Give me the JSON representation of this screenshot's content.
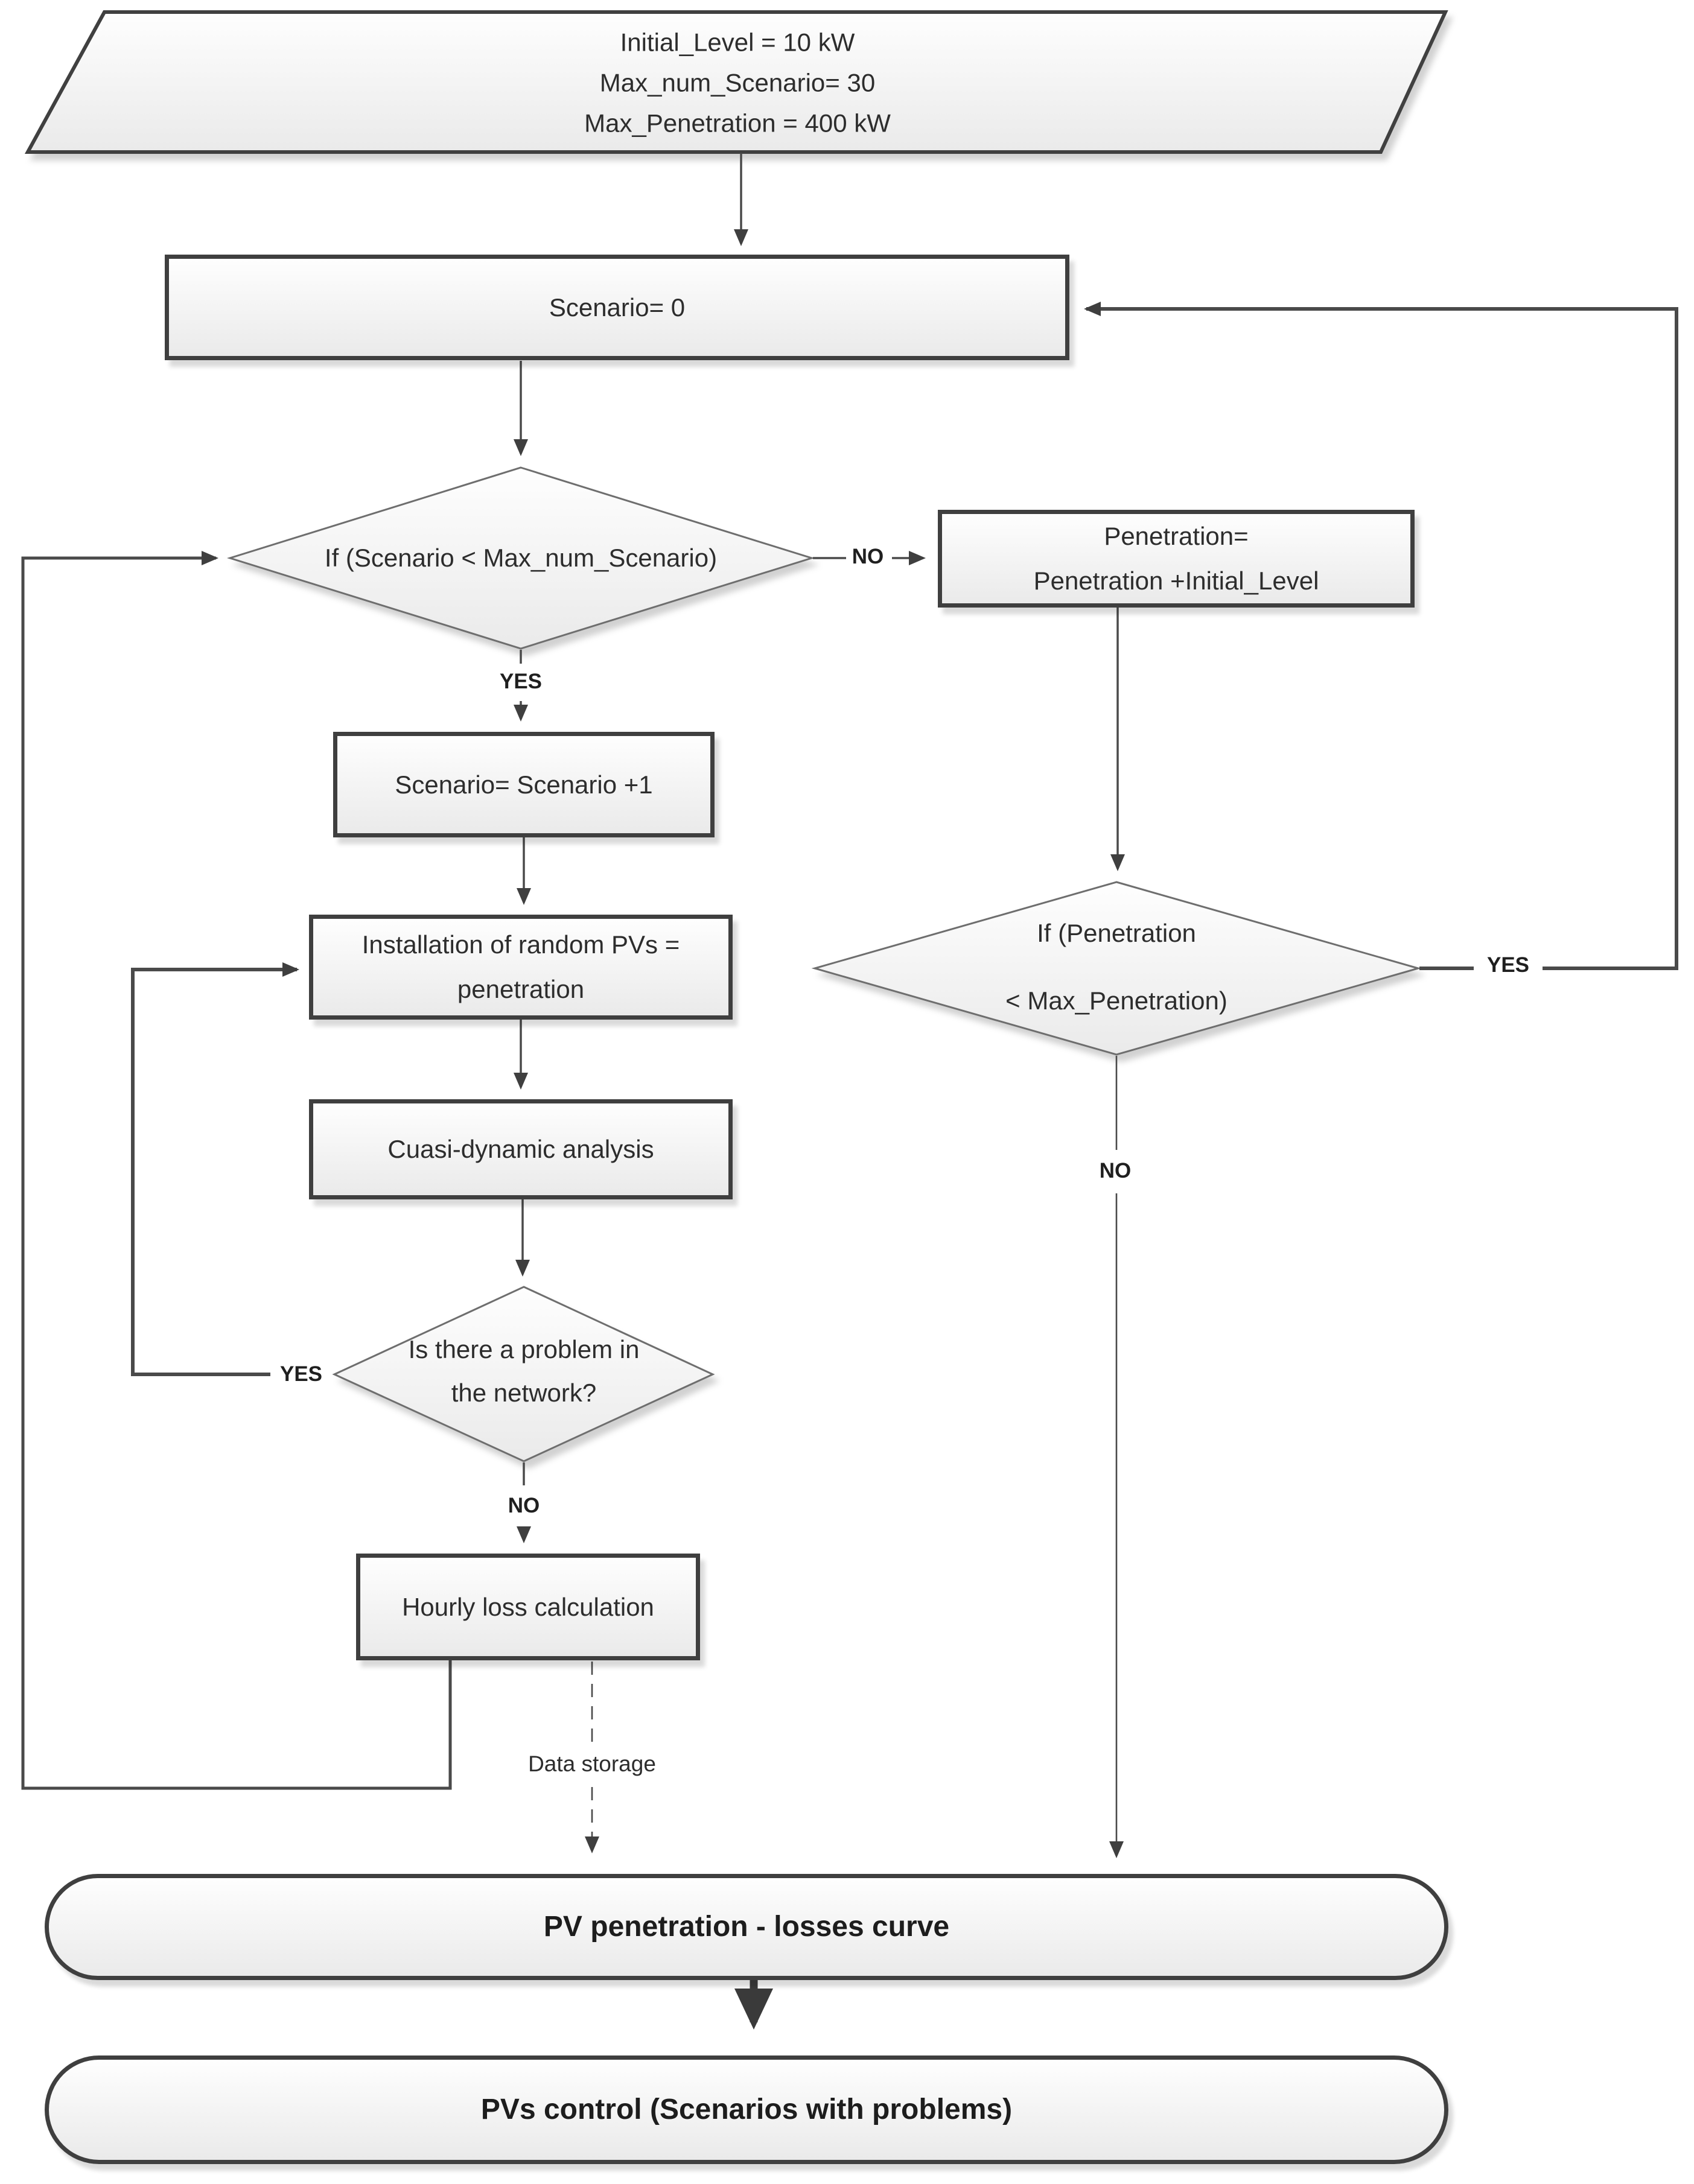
{
  "diagram": {
    "init": {
      "line1": "Initial_Level = 10 kW",
      "line2": "Max_num_Scenario= 30",
      "line3": "Max_Penetration = 400 kW"
    },
    "scenario_reset": {
      "label": "Scenario= 0"
    },
    "scenario_check": {
      "label": "If (Scenario < Max_num_Scenario)",
      "no": "NO",
      "yes": "YES"
    },
    "penetration_update": {
      "line1": "Penetration=",
      "line2": "Penetration +Initial_Level"
    },
    "scenario_increment": {
      "label": "Scenario= Scenario +1"
    },
    "pv_installation": {
      "line1": "Installation of random PVs =",
      "line2": "penetration"
    },
    "analysis": {
      "label": "Cuasi-dynamic analysis"
    },
    "network_check": {
      "line1": "Is there a problem in",
      "line2": "the network?",
      "yes": "YES",
      "no": "NO"
    },
    "loss_calc": {
      "label": "Hourly loss calculation"
    },
    "penetration_check": {
      "line1": "If (Penetration",
      "line2": "< Max_Penetration)",
      "yes": "YES",
      "no": "NO"
    },
    "data_storage": "Data storage",
    "result_curve": {
      "label": "PV penetration - losses curve"
    },
    "result_control": {
      "label": "PVs control (Scenarios with problems)"
    }
  },
  "colors": {
    "border_dark": "#3f3f3f",
    "border_diamond": "#6e6e6e",
    "line": "#4a4a4a",
    "fill_top": "#fefefe",
    "fill_bottom": "#eaeaea",
    "text": "#2d2d2d"
  }
}
